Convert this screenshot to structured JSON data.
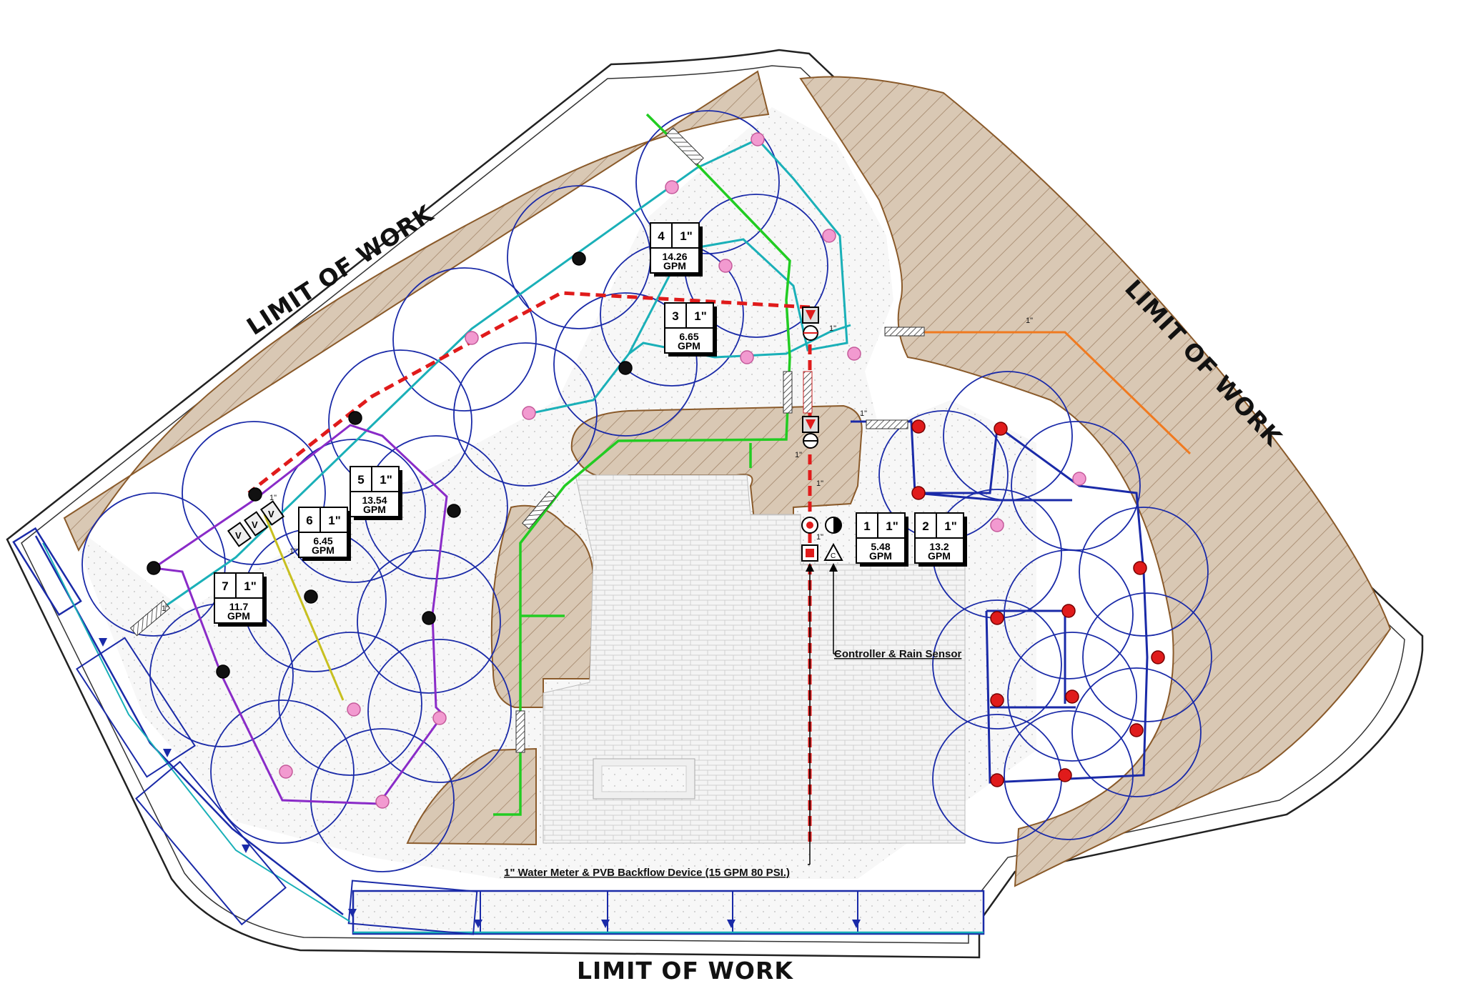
{
  "labels": {
    "limit_top_left": "LIMIT OF WORK",
    "limit_right": "LIMIT OF WORK",
    "limit_bottom": "LIMIT OF WORK",
    "controller_note": "Controller & Rain Sensor",
    "meter_note": "1\" Water Meter & PVB Backflow Device (15 GPM 80 PSI.)",
    "pipe_size": "1\""
  },
  "zones": [
    {
      "id": "4",
      "size": "1\"",
      "gpm": "14.26",
      "unit": "GPM"
    },
    {
      "id": "3",
      "size": "1\"",
      "gpm": "6.65",
      "unit": "GPM"
    },
    {
      "id": "5",
      "size": "1\"",
      "gpm": "13.54",
      "unit": "GPM"
    },
    {
      "id": "6",
      "size": "1\"",
      "gpm": "6.45",
      "unit": "GPM"
    },
    {
      "id": "7",
      "size": "1\"",
      "gpm": "11.7",
      "unit": "GPM"
    },
    {
      "id": "1",
      "size": "1\"",
      "gpm": "5.48",
      "unit": "GPM"
    },
    {
      "id": "2",
      "size": "1\"",
      "gpm": "13.2",
      "unit": "GPM"
    }
  ],
  "colors": {
    "mainline": "#e01b1b",
    "lateral_blue": "#1a2aa8",
    "lateral_cyan": "#1ab0b8",
    "lateral_green": "#22cc22",
    "lateral_purple": "#8a2bc8",
    "lateral_orange": "#f07a20",
    "lateral_yellow": "#c8c020",
    "bed": "#d9c8b4",
    "bed_edge": "#8a5a2a",
    "head_pink": "#f29ad0",
    "head_red": "#e01b1b",
    "head_black": "#111111"
  }
}
